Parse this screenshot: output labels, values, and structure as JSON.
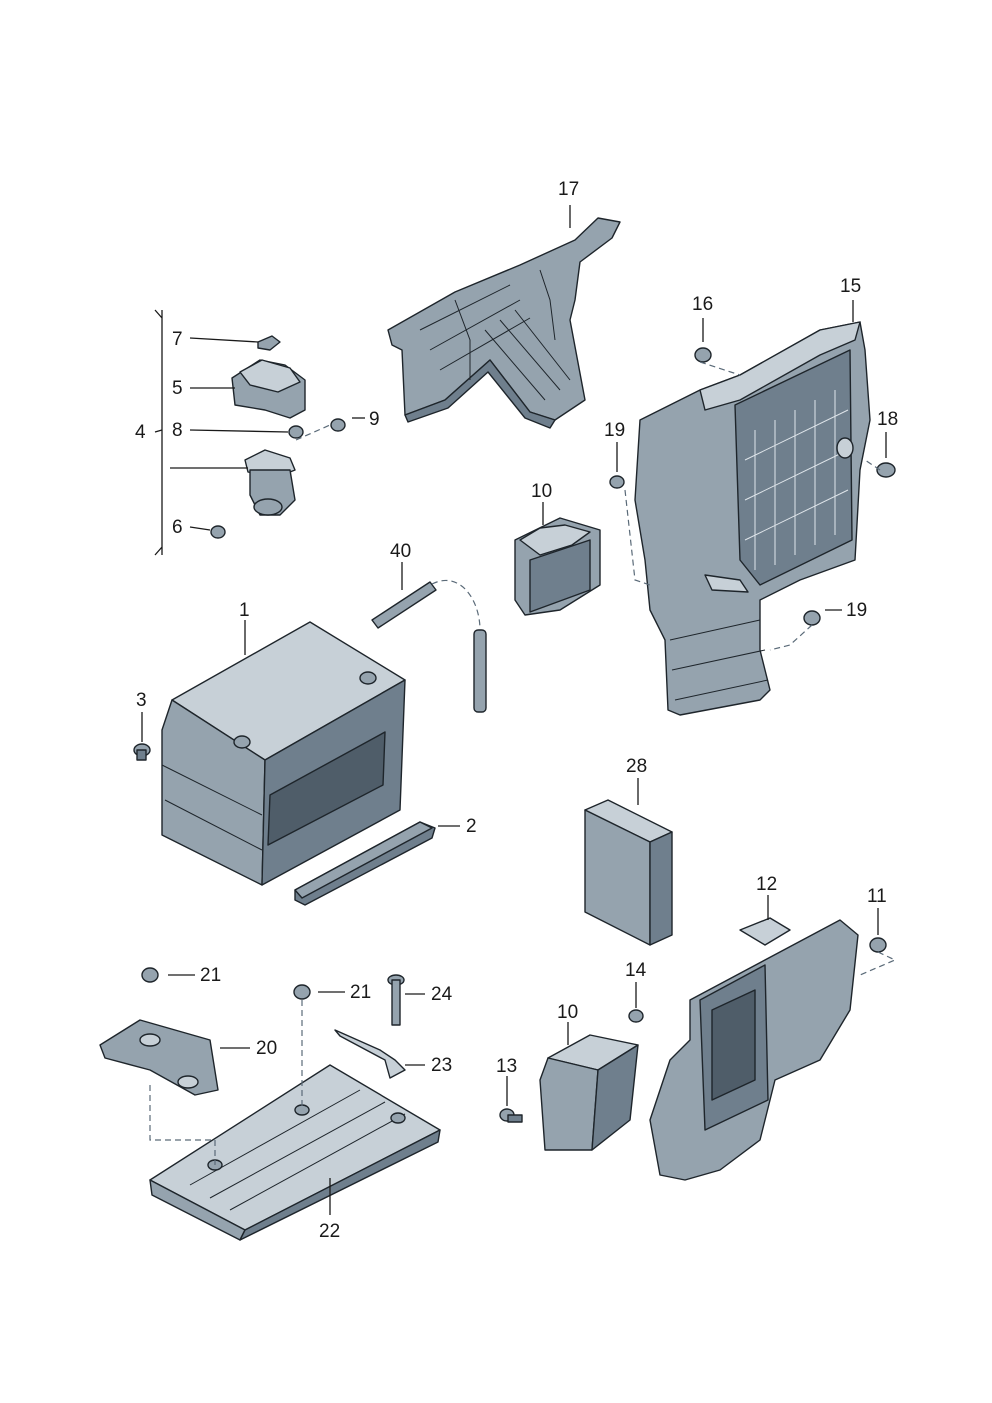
{
  "diagram": {
    "callouts": {
      "c1": "1",
      "c2": "2",
      "c3": "3",
      "c4": "4",
      "c5": "5",
      "c6": "6",
      "c7": "7",
      "c8": "8",
      "c9": "9",
      "c10a": "10",
      "c10b": "10",
      "c11": "11",
      "c12": "12",
      "c13": "13",
      "c14": "14",
      "c15": "15",
      "c16": "16",
      "c17": "17",
      "c18": "18",
      "c19a": "19",
      "c19b": "19",
      "c20": "20",
      "c21a": "21",
      "c21b": "21",
      "c22": "22",
      "c23": "23",
      "c24": "24",
      "c28": "28",
      "c40": "40"
    },
    "colors": {
      "part_fill": "#8c9aa6",
      "part_outline": "#1e252b",
      "label_text": "#1a1a1a",
      "background": "#ffffff"
    }
  }
}
